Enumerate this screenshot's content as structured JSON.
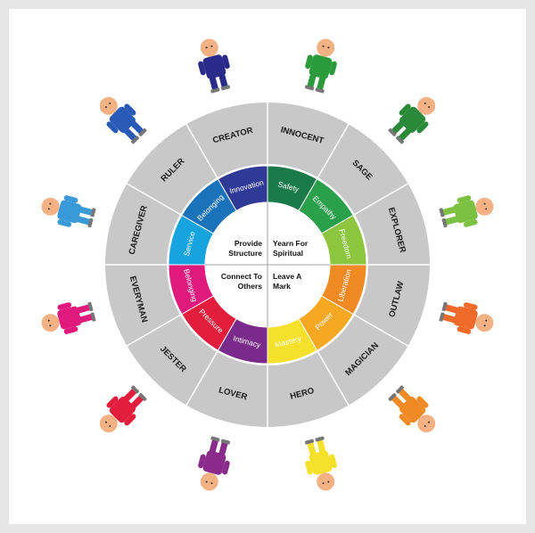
{
  "wheel": {
    "outer_ring_color": "#c8c8c8",
    "divider_color": "#ffffff",
    "archetypes": [
      {
        "name": "INNOCENT"
      },
      {
        "name": "SAGE"
      },
      {
        "name": "EXPLORER"
      },
      {
        "name": "OUTLAW"
      },
      {
        "name": "MAGICIAN"
      },
      {
        "name": "HERO"
      },
      {
        "name": "LOVER"
      },
      {
        "name": "JESTER"
      },
      {
        "name": "EVERYMAN"
      },
      {
        "name": "CAREGIVER"
      },
      {
        "name": "RULER"
      },
      {
        "name": "CREATOR"
      }
    ],
    "values": [
      {
        "label": "Safety",
        "color": "#1a7a4a"
      },
      {
        "label": "Empathy",
        "color": "#2aa04a"
      },
      {
        "label": "Freedom",
        "color": "#8cc63f"
      },
      {
        "label": "Liberation",
        "color": "#f08a24"
      },
      {
        "label": "Power",
        "color": "#f7a823"
      },
      {
        "label": "Mastery",
        "color": "#f5e02a"
      },
      {
        "label": "Intimacy",
        "color": "#7a2a8a"
      },
      {
        "label": "Pressure",
        "color": "#e31e3c"
      },
      {
        "label": "Belonging",
        "color": "#e0197d"
      },
      {
        "label": "Service",
        "color": "#17a3de"
      },
      {
        "label": "Belonging",
        "color": "#1a72bb"
      },
      {
        "label": "Innovation",
        "color": "#2e3a96"
      }
    ],
    "quadrants": [
      {
        "line1": "Yearn For",
        "line2": "Spiritual"
      },
      {
        "line1": "Leave A",
        "line2": "Mark"
      },
      {
        "line1": "Connect To",
        "line2": "Others"
      },
      {
        "line1": "Provide",
        "line2": "Structure"
      }
    ]
  },
  "figures": [
    {
      "icon": "innocent-figure-icon",
      "body_color": "#2a9a3a"
    },
    {
      "icon": "sage-figure-icon",
      "body_color": "#2a8a3a"
    },
    {
      "icon": "explorer-figure-icon",
      "body_color": "#7cc142"
    },
    {
      "icon": "outlaw-figure-icon",
      "body_color": "#f06a2a"
    },
    {
      "icon": "magician-figure-icon",
      "body_color": "#f08a24"
    },
    {
      "icon": "hero-figure-icon",
      "body_color": "#f5e02a"
    },
    {
      "icon": "lover-figure-icon",
      "body_color": "#8a2a8a"
    },
    {
      "icon": "jester-figure-icon",
      "body_color": "#e31e3c"
    },
    {
      "icon": "everyman-figure-icon",
      "body_color": "#e0197d"
    },
    {
      "icon": "caregiver-figure-icon",
      "body_color": "#3a9ad8"
    },
    {
      "icon": "ruler-figure-icon",
      "body_color": "#2a5ab8"
    },
    {
      "icon": "creator-figure-icon",
      "body_color": "#2a2a8a"
    }
  ]
}
